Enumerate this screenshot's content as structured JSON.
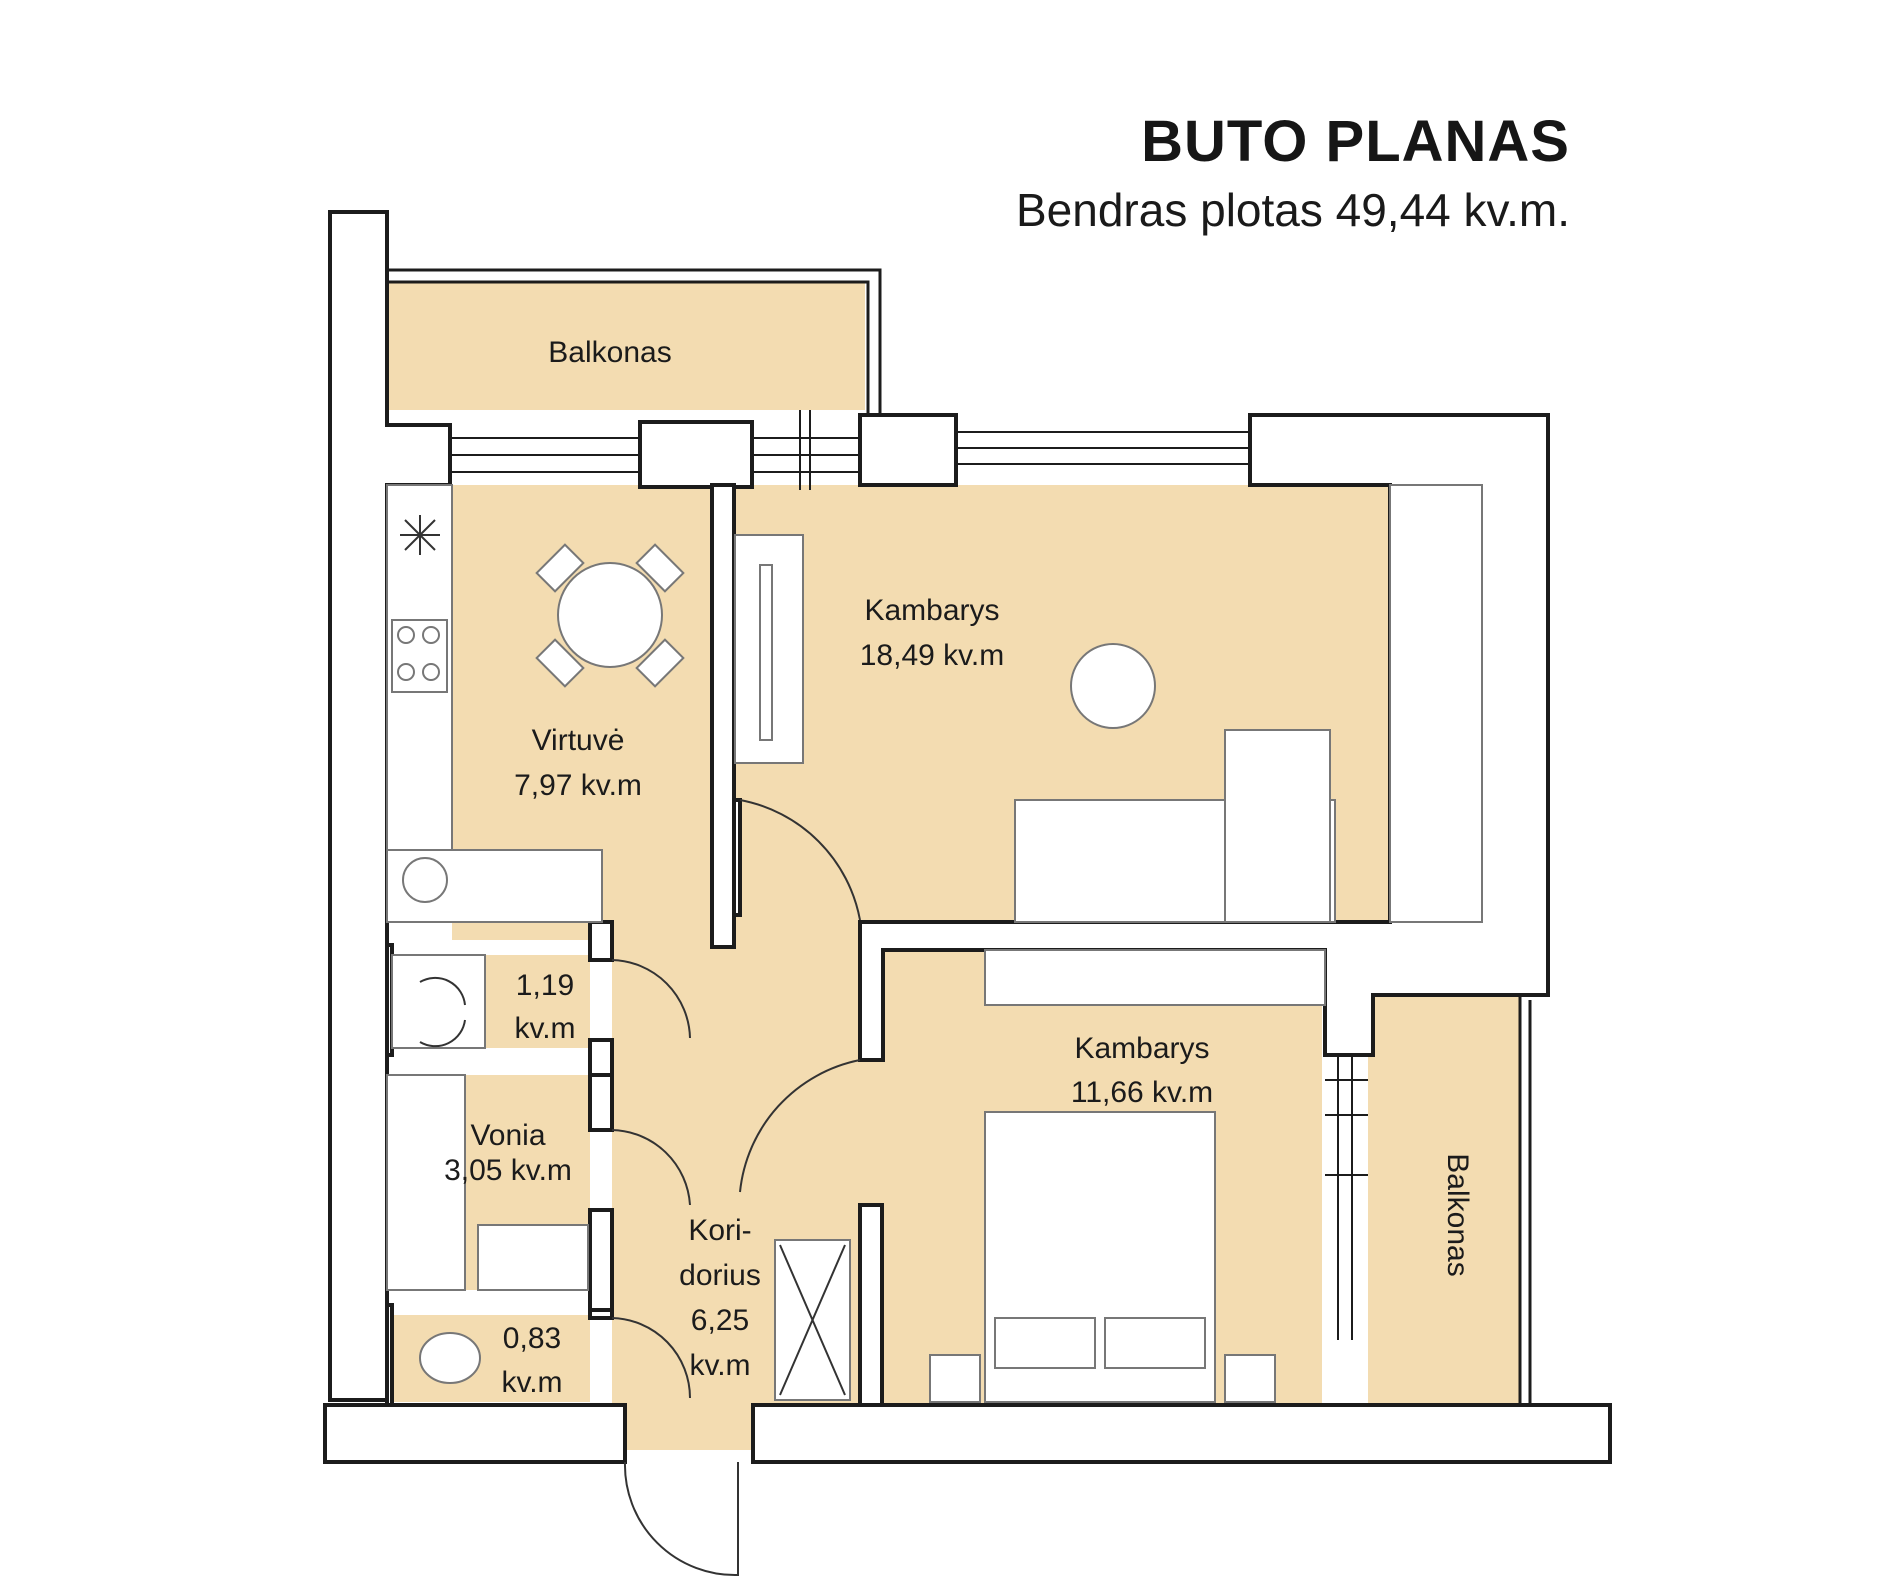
{
  "title": "BUTO PLANAS",
  "subtitle": "Bendras plotas 49,44 kv.m.",
  "colors": {
    "floor": "#f3dcb1",
    "wall": "#1c1c1c",
    "furniture": "#ffffff"
  },
  "rooms": {
    "balcony_top": {
      "name": "Balkonas"
    },
    "kitchen": {
      "name": "Virtuvė",
      "area": "7,97 kv.m"
    },
    "living": {
      "name": "Kambarys",
      "area": "18,49 kv.m"
    },
    "bedroom": {
      "name": "Kambarys",
      "area": "11,66 kv.m"
    },
    "balcony_right": {
      "name": "Balkonas"
    },
    "laundry": {
      "value": "1,19",
      "unit": "kv.m"
    },
    "bath": {
      "name": "Vonia",
      "area": "3,05 kv.m"
    },
    "wc": {
      "value": "0,83",
      "unit": "kv.m"
    },
    "corridor": {
      "line1": "Kori-",
      "line2": "dorius",
      "line3": "6,25",
      "line4": "kv.m"
    }
  }
}
